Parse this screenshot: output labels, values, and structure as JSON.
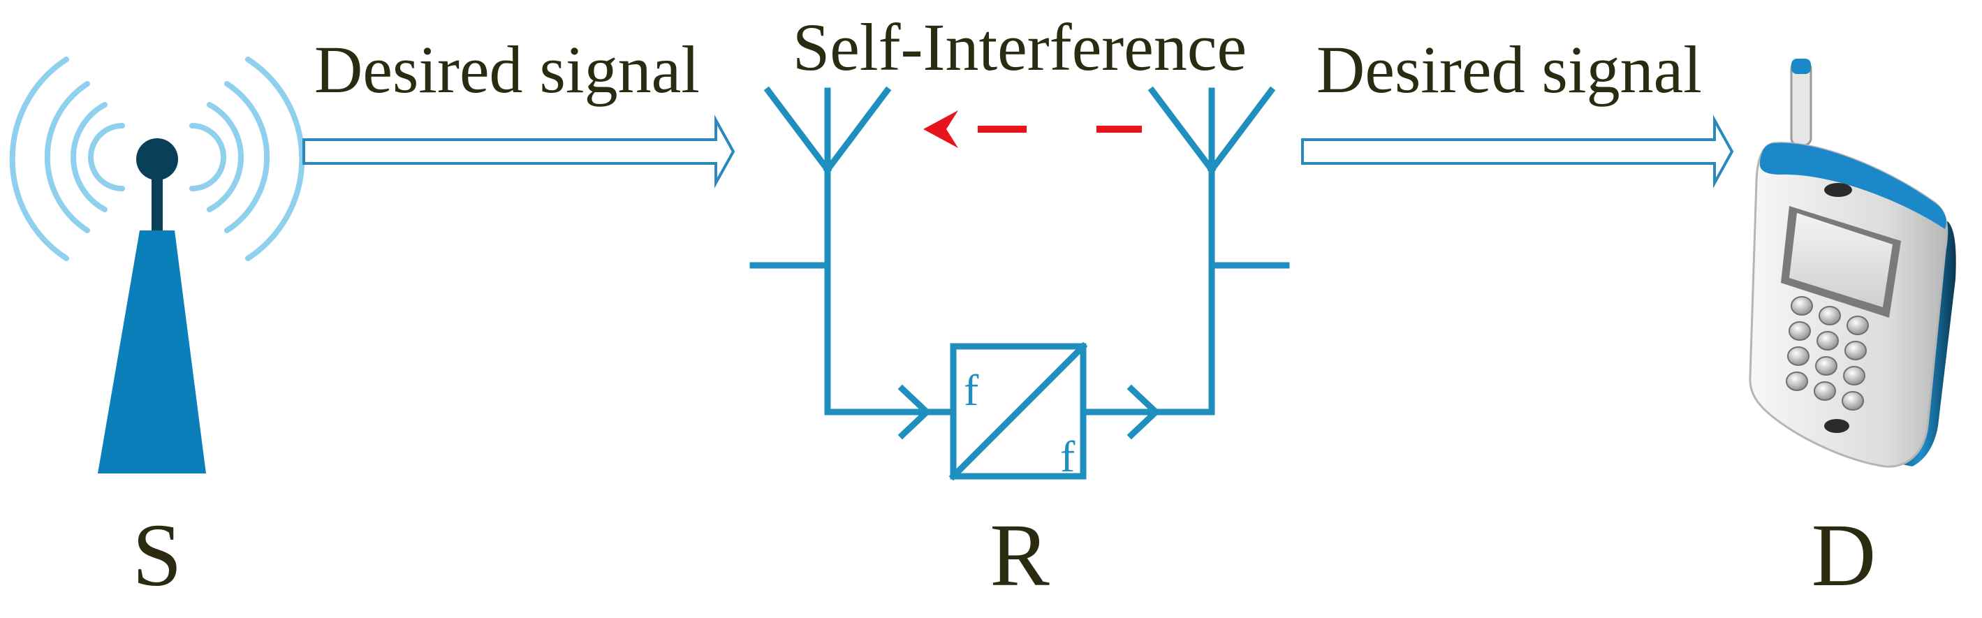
{
  "labels": {
    "desired_left": "Desired signal",
    "self_interference": "Self-Interference",
    "desired_right": "Desired signal",
    "node_s": "S",
    "node_r": "R",
    "node_d": "D",
    "filter_in": "f",
    "filter_out": "f"
  },
  "colors": {
    "relay": "#1f8fbf",
    "tower": "#0b7fba",
    "tower_dark": "#0a3f5a",
    "waves": "#8fd0ee",
    "arrow_outline": "#2a88bd",
    "interference": "#e8141b",
    "phone_body": "#e9e9e9",
    "phone_accent": "#1a88c9",
    "text": "#2b2b12"
  },
  "icons": {
    "source": "base-station-tower-icon",
    "destination": "mobile-phone-icon",
    "relay_antenna": "antenna-icon",
    "filter": "frequency-filter-icon"
  }
}
